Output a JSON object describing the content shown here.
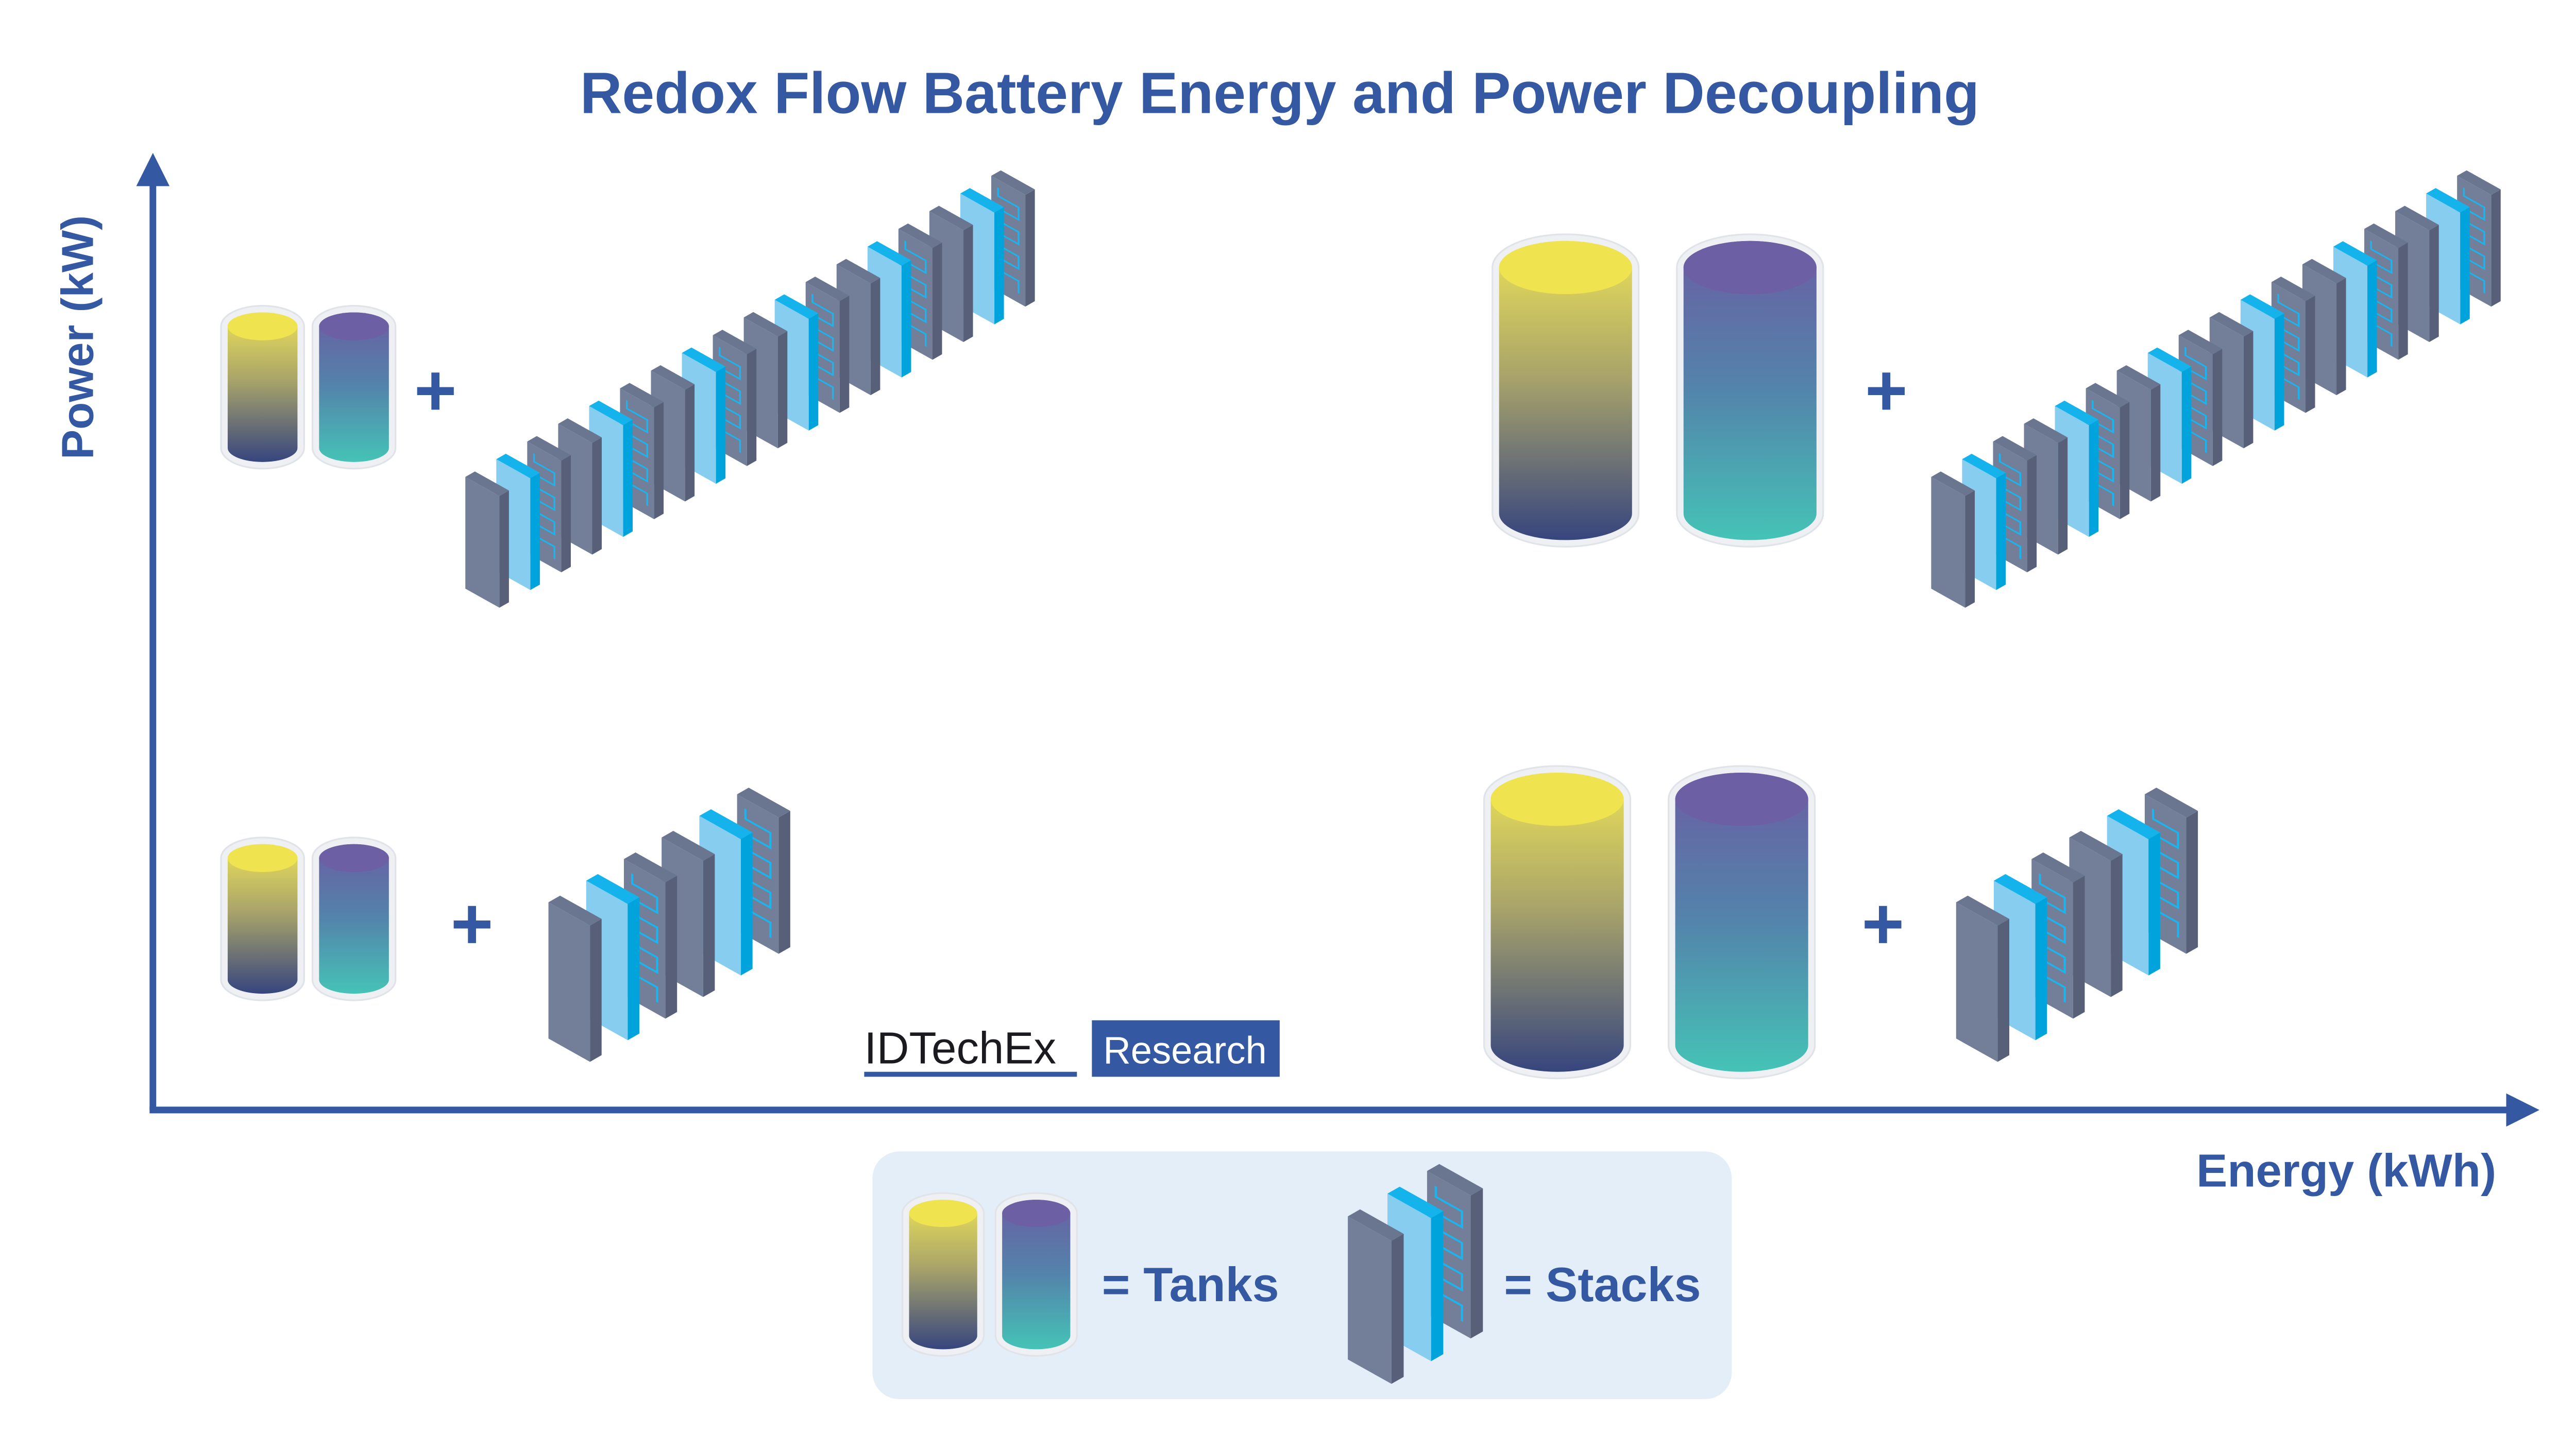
{
  "title": "Redox Flow Battery Energy and Power Decoupling",
  "axes": {
    "y_label": "Power (kW)",
    "x_label": "Energy (kWh)"
  },
  "legend": {
    "tanks_label": "= Tanks",
    "stacks_label": "= Stacks"
  },
  "plus_symbol": "+",
  "logo": {
    "name": "IDTechEx",
    "tag": "Research"
  },
  "quadrants": [
    {
      "name": "low-energy-high-power",
      "tank_size": "small",
      "stack_cells": 6
    },
    {
      "name": "high-energy-high-power",
      "tank_size": "large",
      "stack_cells": 6
    },
    {
      "name": "low-energy-low-power",
      "tank_size": "small",
      "stack_cells": 2
    },
    {
      "name": "high-energy-low-power",
      "tank_size": "large",
      "stack_cells": 2
    }
  ],
  "colors": {
    "accent": "#3558a3",
    "plate_front": "#737f99",
    "plate_top": "#6a7590",
    "plate_side": "#576078",
    "membrane_front": "#87cdf0",
    "membrane_top": "#15b3ec",
    "membrane_side": "#00a3dc",
    "legend_bg": "#e4eef8"
  }
}
